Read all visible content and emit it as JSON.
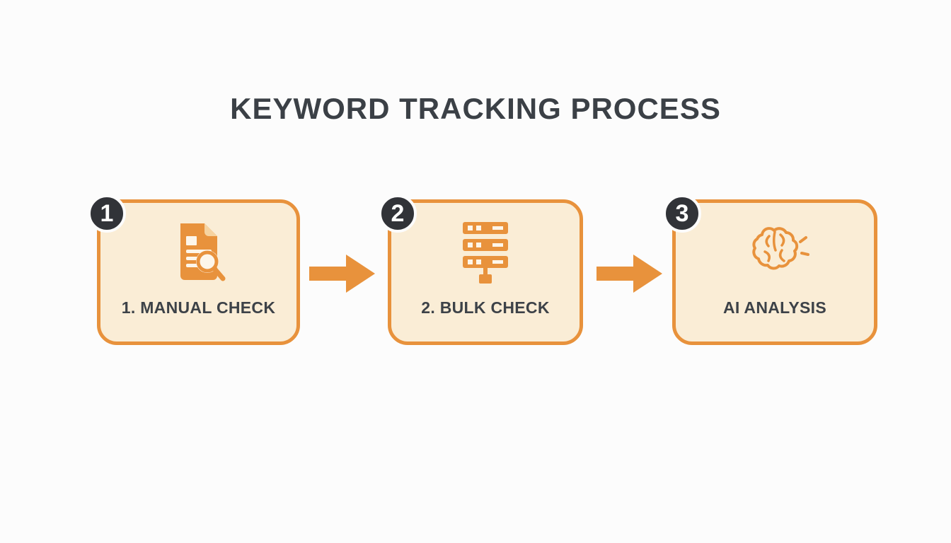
{
  "title": "KEYWORD TRACKING PROCESS",
  "colors": {
    "accent": "#E8923C",
    "box_fill": "#FAEDD6",
    "badge_bg": "#313338",
    "title_color": "#3B4046",
    "label_color": "#3D4248",
    "background": "#FCFCFC",
    "icon_light": "#F6D3A0",
    "icon_paper": "#FDF6EA"
  },
  "steps": [
    {
      "number": "1",
      "label": "1. MANUAL CHECK",
      "icon": "document-search-icon"
    },
    {
      "number": "2",
      "label": "2. BULK CHECK",
      "icon": "server-stack-icon"
    },
    {
      "number": "3",
      "label": "AI ANALYSIS",
      "icon": "brain-icon"
    }
  ]
}
